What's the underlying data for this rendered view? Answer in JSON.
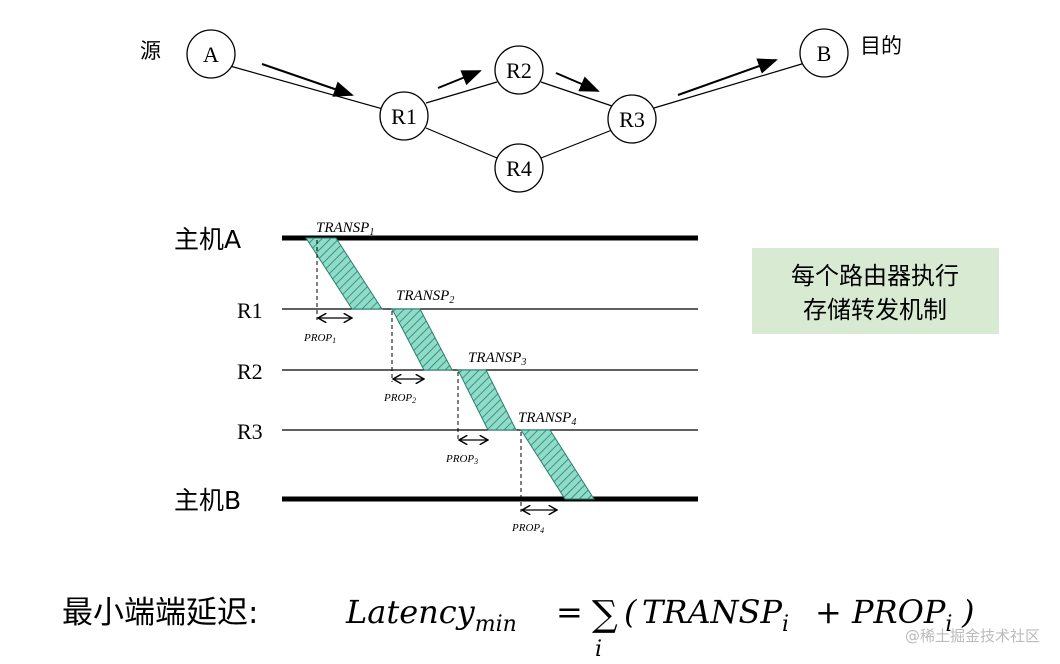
{
  "network": {
    "source_label": "源",
    "dest_label": "目的",
    "nodes": {
      "A": "A",
      "R1": "R1",
      "R2": "R2",
      "R3": "R3",
      "R4": "R4",
      "B": "B"
    }
  },
  "timeline": {
    "lanes": {
      "hostA": "主机A",
      "R1": "R1",
      "R2": "R2",
      "R3": "R3",
      "hostB": "主机B"
    },
    "transp": [
      {
        "base": "TRANSP",
        "sub": "1"
      },
      {
        "base": "TRANSP",
        "sub": "2"
      },
      {
        "base": "TRANSP",
        "sub": "3"
      },
      {
        "base": "TRANSP",
        "sub": "4"
      }
    ],
    "prop": [
      {
        "base": "PROP",
        "sub": "1"
      },
      {
        "base": "PROP",
        "sub": "2"
      },
      {
        "base": "PROP",
        "sub": "3"
      },
      {
        "base": "PROP",
        "sub": "4"
      }
    ]
  },
  "note": {
    "line1": "每个路由器执行",
    "line2": "存储转发机制",
    "bg": "#d9ead3"
  },
  "formula": {
    "prefix": "最小端端延迟:",
    "lhs": "Latency",
    "lhs_sub": "min",
    "equals": "=",
    "sum": "∑",
    "sum_index": "i",
    "open": "(",
    "term1": "TRANSP",
    "plus": "+",
    "term2": "PROP",
    "term_sub": "i",
    "close": ")"
  },
  "watermark": "@稀土掘金技术社区",
  "colors": {
    "packet_fill": "#7fd3c0",
    "packet_stroke": "#2a7f70"
  }
}
